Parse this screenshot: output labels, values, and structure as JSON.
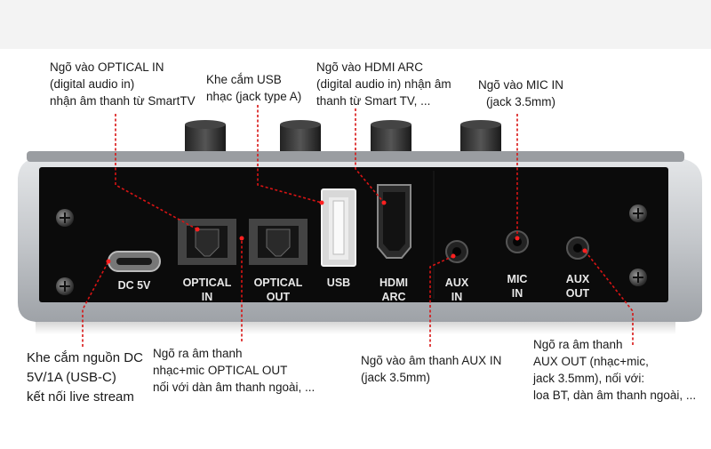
{
  "device": {
    "port_labels": {
      "dc": "DC 5V",
      "optical_in": [
        "OPTICAL",
        "IN"
      ],
      "optical_out": [
        "OPTICAL",
        "OUT"
      ],
      "usb": "USB",
      "hdmi": [
        "HDMI",
        "ARC"
      ],
      "aux_in": [
        "AUX",
        "IN"
      ],
      "mic_in": [
        "MIC",
        "IN"
      ],
      "aux_out": [
        "AUX",
        "OUT"
      ]
    }
  },
  "annotations": {
    "optical_in": [
      "Ngõ vào OPTICAL IN",
      "(digital audio in)",
      "nhận âm thanh từ SmartTV"
    ],
    "usb": [
      "Khe cắm USB",
      "nhạc (jack type A)"
    ],
    "hdmi": [
      "Ngõ vào HDMI ARC",
      "(digital audio in) nhận âm",
      "thanh từ Smart TV, ..."
    ],
    "mic_in": [
      "Ngõ vào MIC IN",
      "(jack 3.5mm)"
    ],
    "dc": [
      "Khe cắm nguồn DC",
      "5V/1A (USB-C)",
      "kết nối live stream"
    ],
    "optical_out": [
      "Ngõ ra âm thanh",
      "nhạc+mic OPTICAL OUT",
      "nối với dàn âm thanh ngoài, ..."
    ],
    "aux_in": [
      "Ngõ vào âm thanh AUX IN",
      "(jack 3.5mm)"
    ],
    "aux_out": [
      "Ngõ ra âm thanh",
      "AUX OUT (nhạc+mic,",
      "jack 3.5mm), nối với:",
      "loa BT, dàn âm thanh ngoài, ..."
    ]
  },
  "colors": {
    "leader_line": "#d81414",
    "panel": "#0b0b0b",
    "chassis": "#c9ccd0"
  }
}
